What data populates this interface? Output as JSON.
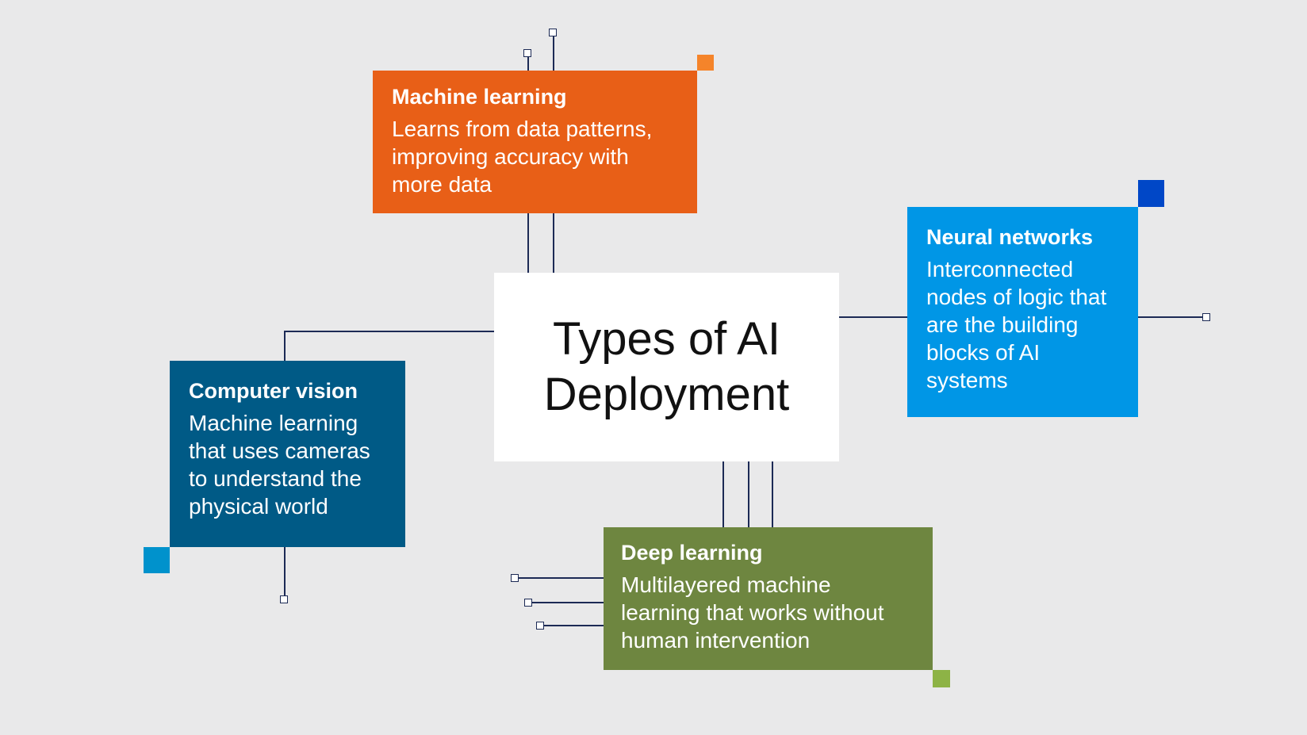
{
  "title": "Types of AI\nDeployment",
  "cards": [
    {
      "title": "Machine learning",
      "body": "Learns from data patterns, improving accuracy with more data",
      "color": "#e85f17"
    },
    {
      "title": "Neural networks",
      "body": "Interconnected nodes of logic that are the building blocks of AI systems",
      "color": "#0096e6"
    },
    {
      "title": "Computer vision",
      "body": "Machine learning that uses cameras to understand the physical world",
      "color": "#005a86"
    },
    {
      "title": "Deep learning",
      "body": "Multilayered machine learning that works without human intervention",
      "color": "#6e8640"
    }
  ]
}
